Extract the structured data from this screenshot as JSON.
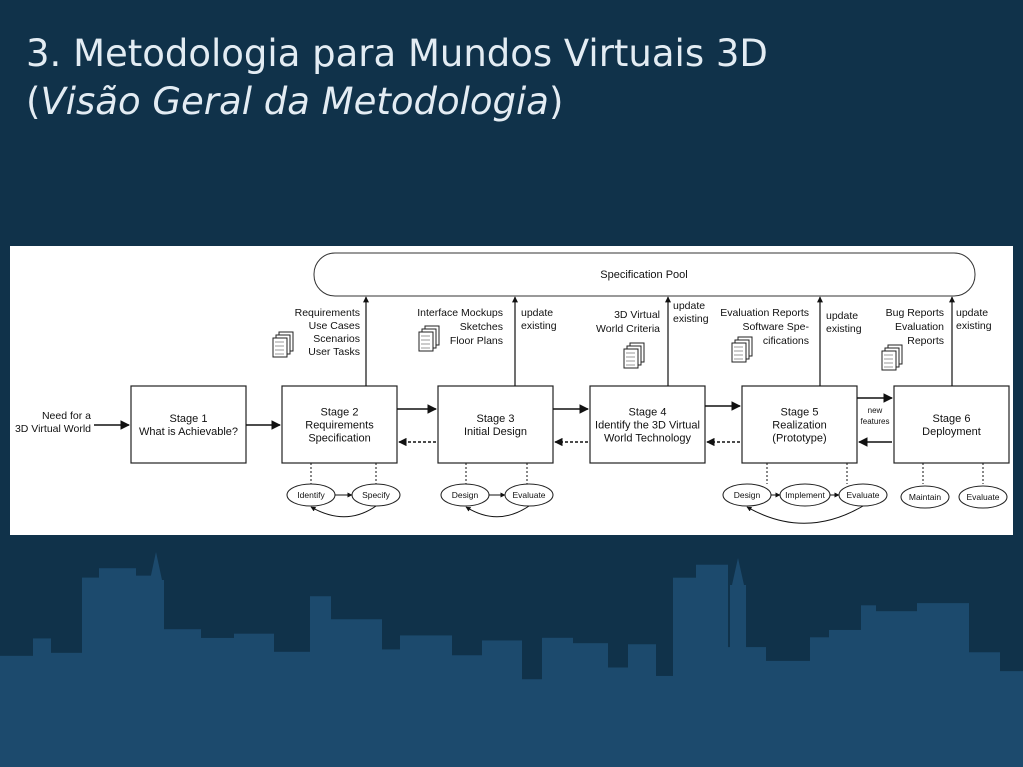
{
  "slide": {
    "title_main": "3. Metodologia para Mundos Virtuais 3D",
    "paren_open": "(",
    "title_sub": "Visão Geral da Metodologia",
    "paren_close": ")"
  },
  "colors": {
    "background": "#10324a",
    "skyline": "#1c4a6d",
    "title": "#e3ecf3"
  },
  "diagram": {
    "pool_label": "Specification Pool",
    "input_label": [
      "Need for a",
      "3D Virtual World"
    ],
    "stages": [
      {
        "lines": [
          "Stage 1",
          "What is Achievable?"
        ]
      },
      {
        "lines": [
          "Stage 2",
          "Requirements",
          "Specification"
        ]
      },
      {
        "lines": [
          "Stage 3",
          "Initial Design"
        ]
      },
      {
        "lines": [
          "Stage 4",
          "Identify the 3D Virtual",
          "World Technology"
        ]
      },
      {
        "lines": [
          "Stage 5",
          "Realization",
          "(Prototype)"
        ]
      },
      {
        "lines": [
          "Stage 6",
          "Deployment"
        ]
      }
    ],
    "artifacts": [
      [
        "Requirements",
        "Use Cases",
        "Scenarios",
        "User Tasks"
      ],
      [
        "Interface Mockups",
        "Sketches",
        "Floor Plans"
      ],
      [
        "3D Virtual",
        "World Criteria"
      ],
      [
        "Evaluation Reports",
        "Software Spe-",
        "cifications"
      ],
      [
        "Bug Reports",
        "Evaluation",
        "Reports"
      ]
    ],
    "update_label": [
      "update",
      "existing"
    ],
    "new_features_label": [
      "new",
      "features"
    ],
    "activities": [
      "Identify",
      "Specify",
      "Design",
      "Evaluate",
      "Design",
      "Implement",
      "Evaluate",
      "Maintain",
      "Evaluate"
    ]
  }
}
